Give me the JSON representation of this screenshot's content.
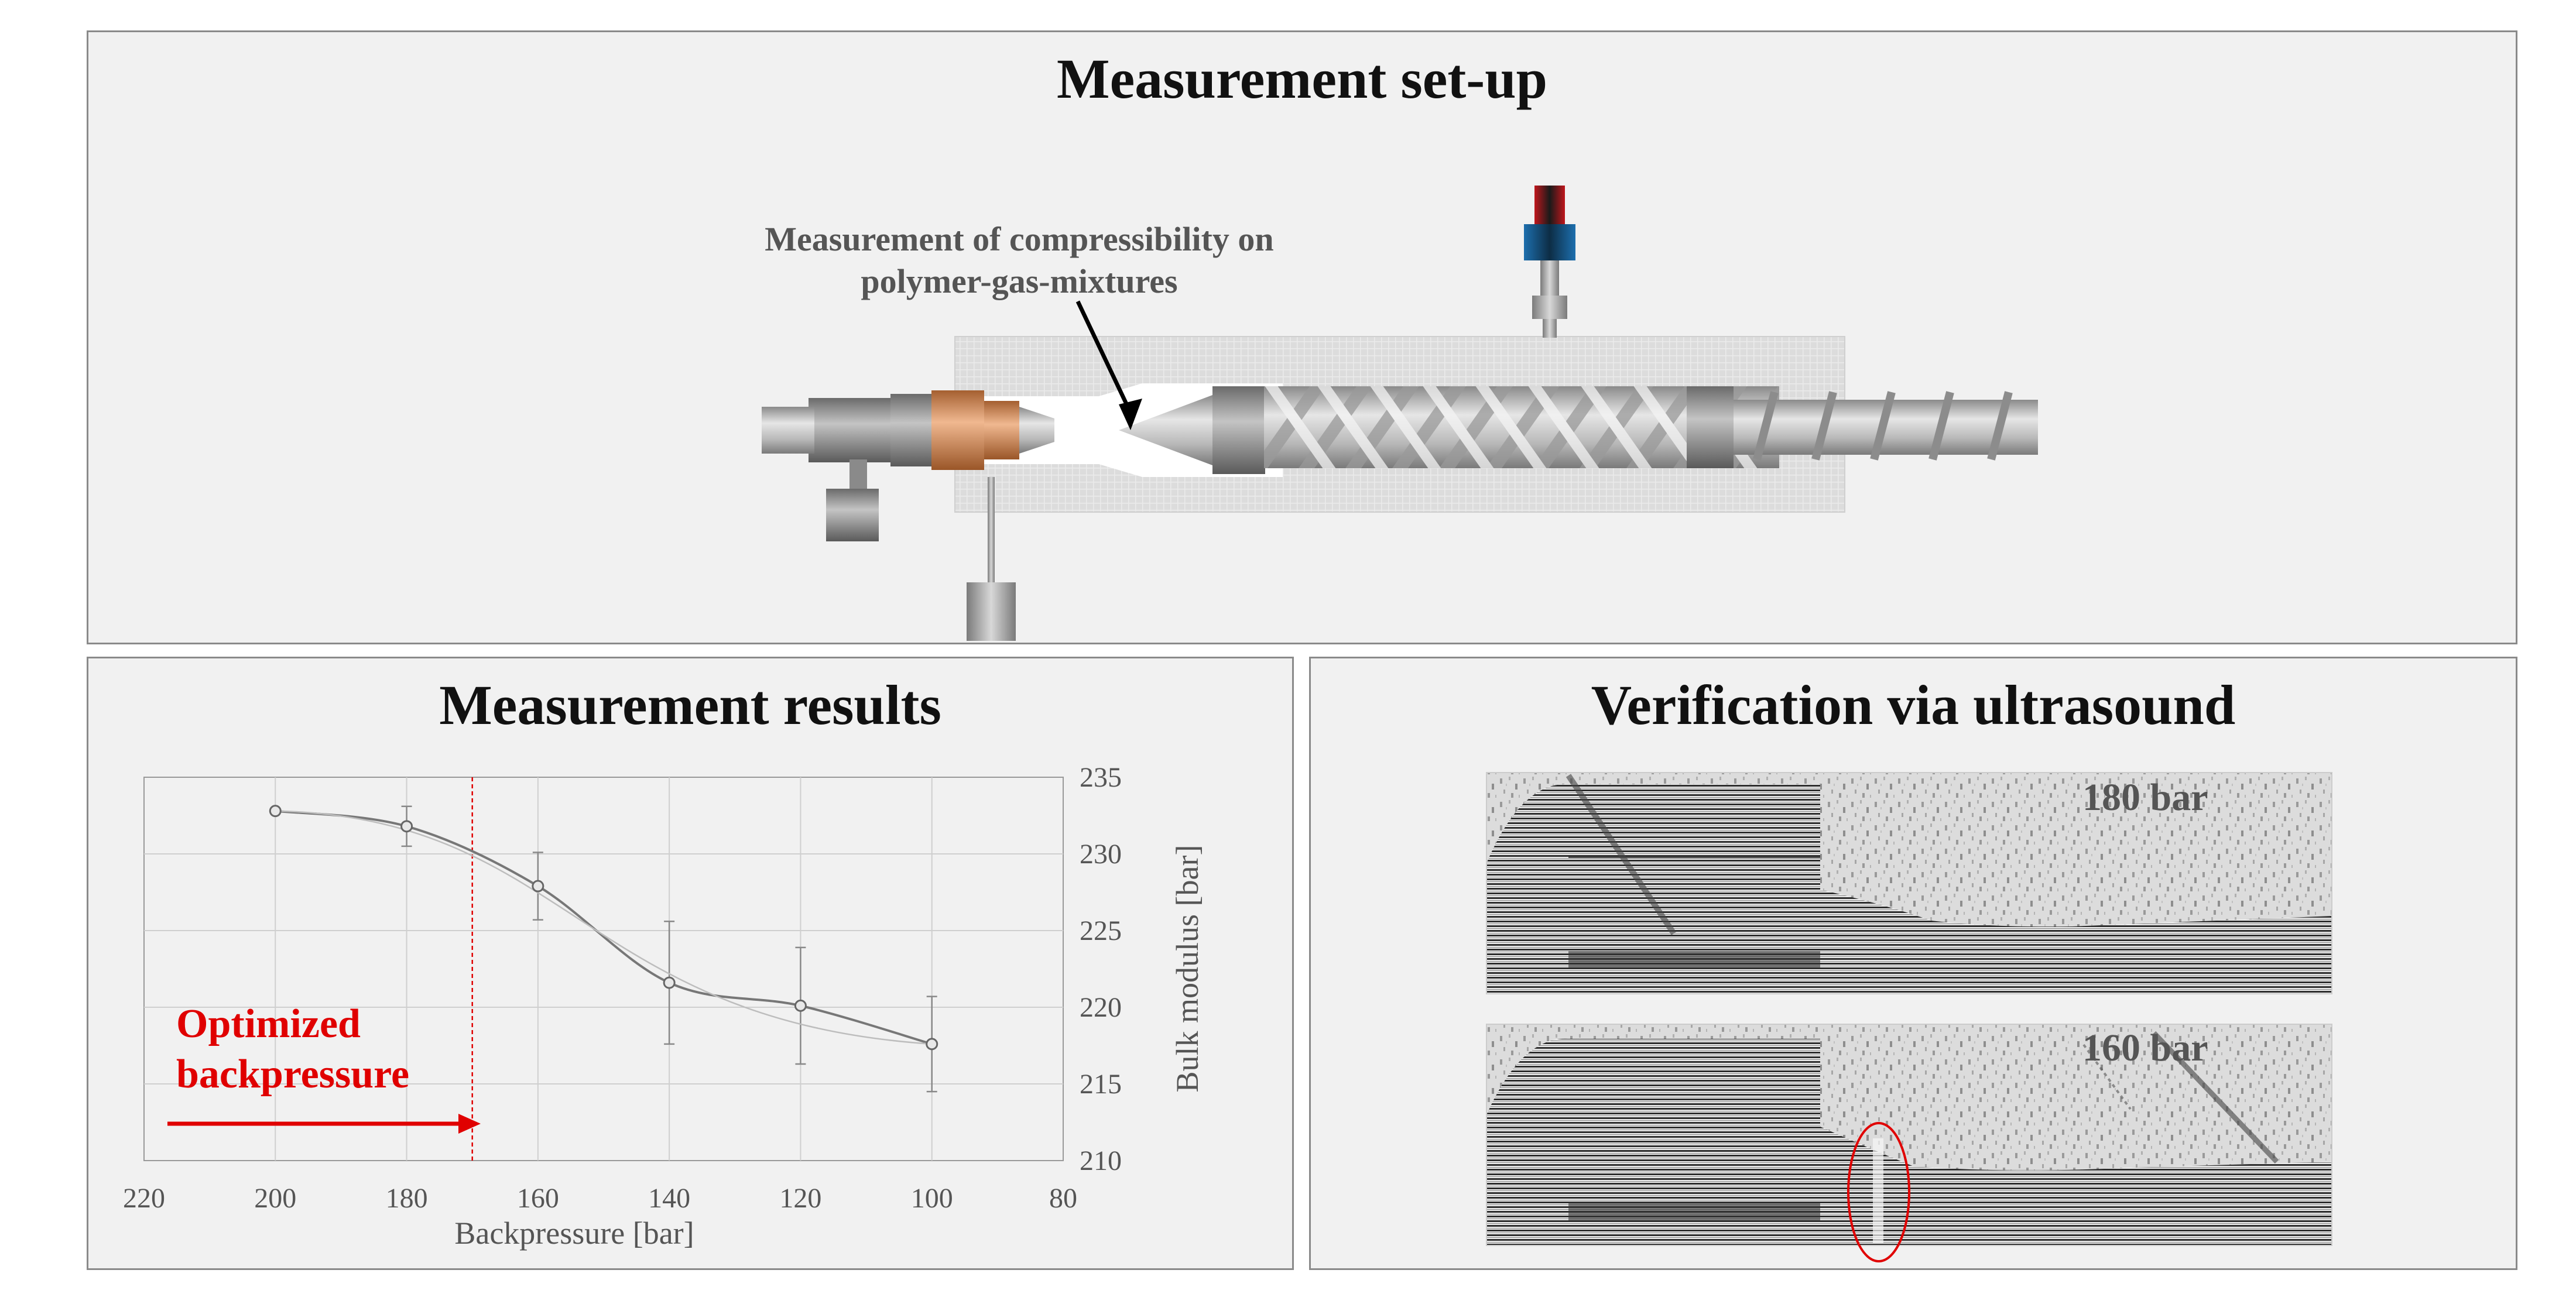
{
  "setup": {
    "title": "Measurement set-up",
    "annotation_line1": "Measurement of compressibility on",
    "annotation_line2": "polymer-gas-mixtures"
  },
  "results": {
    "title": "Measurement results",
    "annotation_line1": "Optimized",
    "annotation_line2": "backpressure"
  },
  "ultrasound": {
    "title": "Verification via ultrasound",
    "image_top_label": "180 bar",
    "image_bottom_label": "160 bar"
  },
  "colors": {
    "panel_bg": "#f1f1f1",
    "highlight_red": "#e00000",
    "copper": "#c9814f",
    "sensor_red": "#c0161c",
    "sensor_blue": "#1d6fae"
  },
  "chart_data": {
    "type": "line",
    "xlabel": "Backpressure [bar]",
    "ylabel": "Bulk modulus [bar]",
    "xlim": [
      220,
      80
    ],
    "ylim": [
      210,
      235
    ],
    "x_ticks": [
      220,
      200,
      180,
      160,
      140,
      120,
      100,
      80
    ],
    "y_ticks": [
      210,
      215,
      220,
      225,
      230,
      235
    ],
    "y_axis_side": "right",
    "grid": true,
    "x": [
      200,
      180,
      160,
      140,
      120,
      100
    ],
    "y": [
      232.8,
      231.8,
      227.9,
      221.6,
      220.1,
      217.6
    ],
    "error": [
      0,
      1.3,
      2.2,
      4.0,
      3.8,
      3.1
    ],
    "optimized_backpressure": 170
  }
}
